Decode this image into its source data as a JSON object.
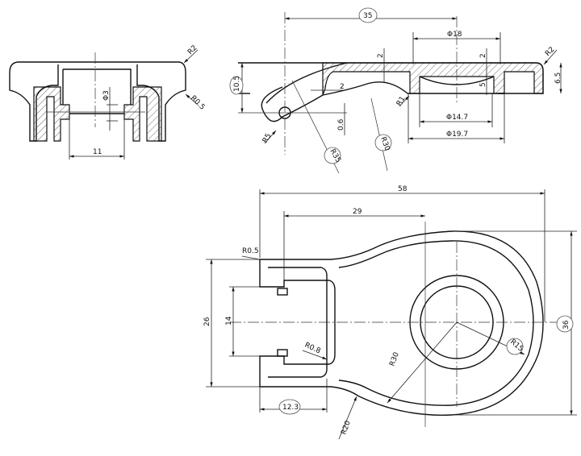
{
  "side_view": {
    "dims": {
      "radius_top": "R2",
      "radius_bottom": "R0.5",
      "hole_dia": "Φ3",
      "width": "11"
    }
  },
  "section_view": {
    "dims": {
      "length_to_center": "35",
      "dia_top": "Φ18",
      "thickness_left": "2",
      "thickness_right": "2",
      "wall": "2",
      "height_total": "10.5",
      "height_right": "6.5",
      "depth": "5",
      "radius_corner": "R2",
      "radius_inner": "R1",
      "radius_end": "R5",
      "radius_35": "R35",
      "radius_30": "R30",
      "offset": "0.6",
      "dia_inner": "Φ14.7",
      "dia_outer": "Φ19.7"
    }
  },
  "plan_view": {
    "dims": {
      "overall_length": "58",
      "half_length": "29",
      "radius_corner": "R0.5",
      "height_slot": "26",
      "inner_slot": "14",
      "radius_inner": "R0.8",
      "radius_30": "R30",
      "radius_15": "R15",
      "width": "36",
      "slot_depth": "12.3",
      "radius_20": "R20"
    }
  }
}
